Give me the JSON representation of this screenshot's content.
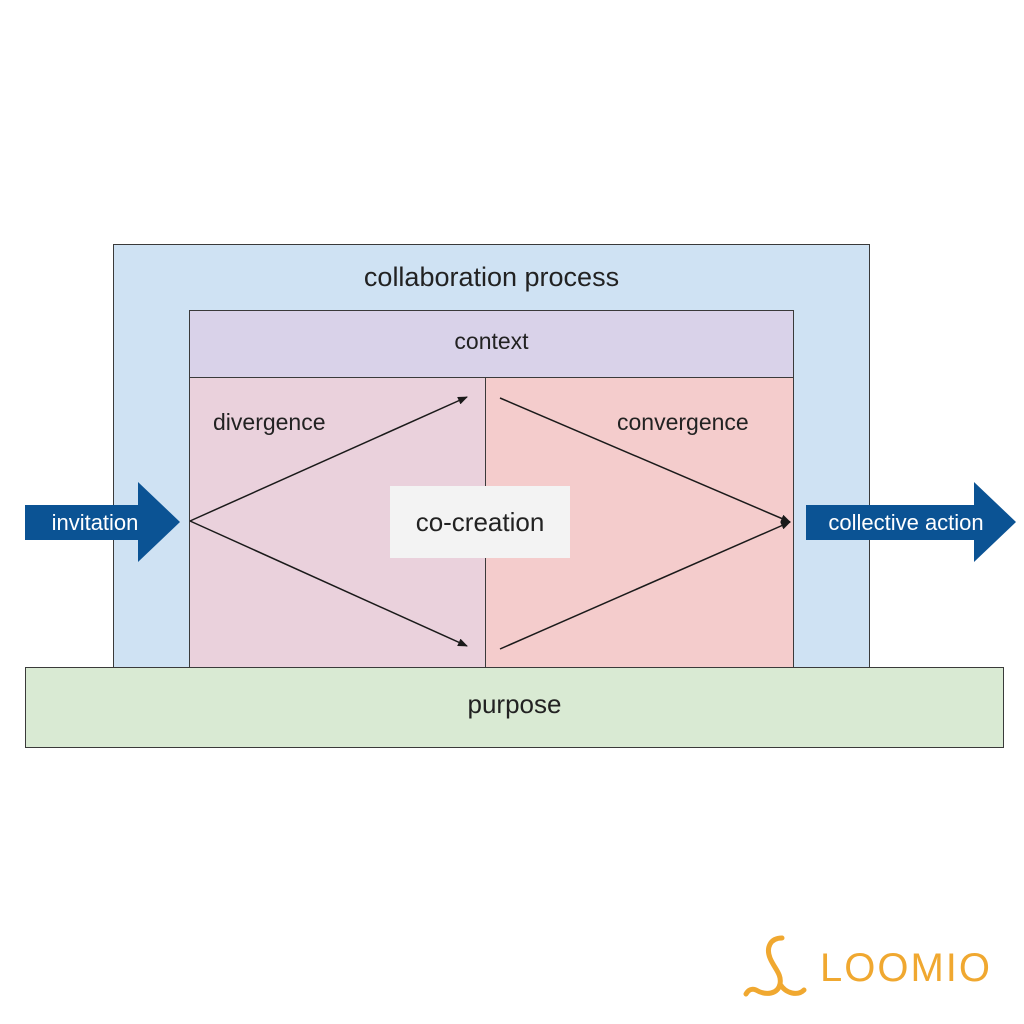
{
  "diagram": {
    "title": "collaboration process",
    "context": "context",
    "divergence": "divergence",
    "convergence": "convergence",
    "center": "co-creation",
    "purpose": "purpose",
    "input": "invitation",
    "output": "collective action"
  },
  "logo": {
    "text": "LOOMIO",
    "icon": "loomio-loop-icon",
    "color": "#f0a830"
  },
  "colors": {
    "outer_fill": "#cfe2f3",
    "context_fill": "#d9d2e9",
    "divergence_fill": "#ead1dc",
    "convergence_fill": "#f4cccc",
    "purpose_fill": "#d9ead3",
    "arrow_fill": "#0b5394"
  }
}
